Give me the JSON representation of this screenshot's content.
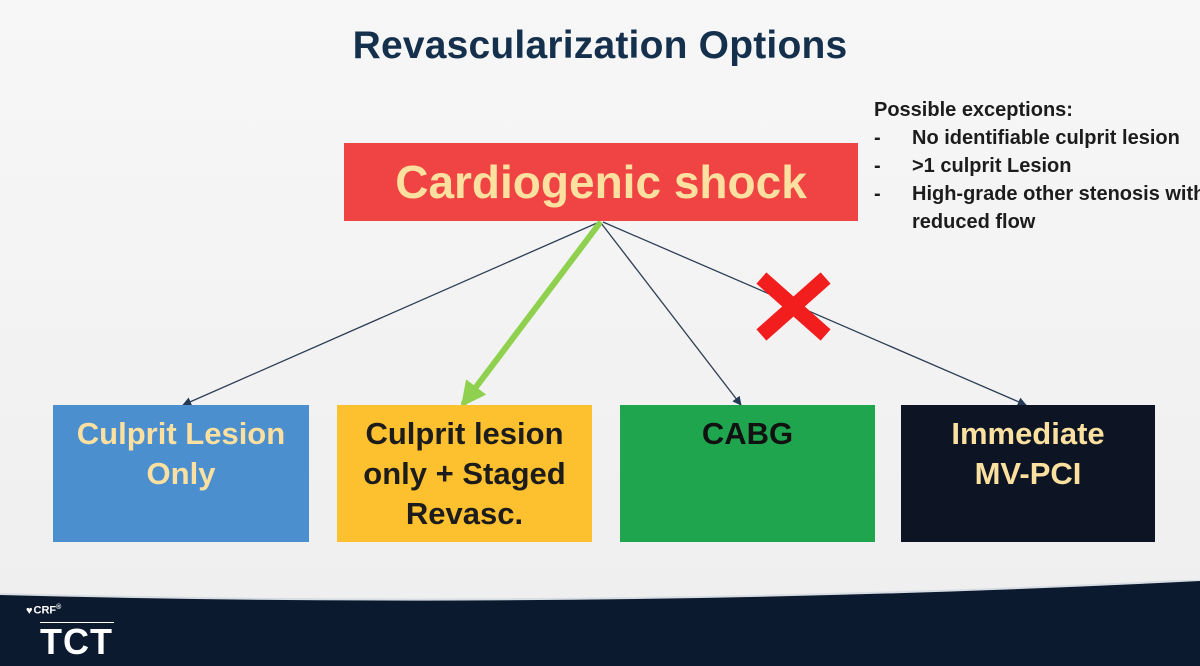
{
  "title": "Revascularization Options",
  "root": {
    "label": "Cardiogenic shock"
  },
  "exceptions": {
    "heading": "Possible exceptions:",
    "bullet": "-",
    "items": [
      "No identifiable culprit lesion",
      ">1 culprit Lesion",
      "High-grade other stenosis with reduced flow"
    ]
  },
  "options": [
    {
      "label": "Culprit Lesion Only",
      "lines": [
        "Culprit Lesion",
        "Only"
      ]
    },
    {
      "label": "Culprit lesion only + Staged Revasc.",
      "lines": [
        "Culprit lesion",
        "only + Staged",
        "Revasc."
      ],
      "recommended": true
    },
    {
      "label": "CABG",
      "lines": [
        "CABG"
      ]
    },
    {
      "label": "Immediate MV-PCI",
      "lines": [
        "Immediate",
        "MV-PCI"
      ],
      "rejected": true
    }
  ],
  "colors": {
    "title": "#14304d",
    "root_fill": "#f04444",
    "root_text": "#fbe0a0",
    "opt1": "#4b8fcf",
    "opt2": "#fdc02e",
    "opt3": "#20a54f",
    "opt4": "#0d1524",
    "recommended_arrow": "#8fd14f",
    "reject_mark": "#f21d1d",
    "footer": "#0b1a2e"
  },
  "footer": {
    "brand_small": "CRF",
    "brand_mark": "®",
    "brand_large": "TCT"
  },
  "icons": {
    "recommended": "green-arrow-icon",
    "rejected": "red-x-icon",
    "logo": "crf-heart-icon"
  }
}
